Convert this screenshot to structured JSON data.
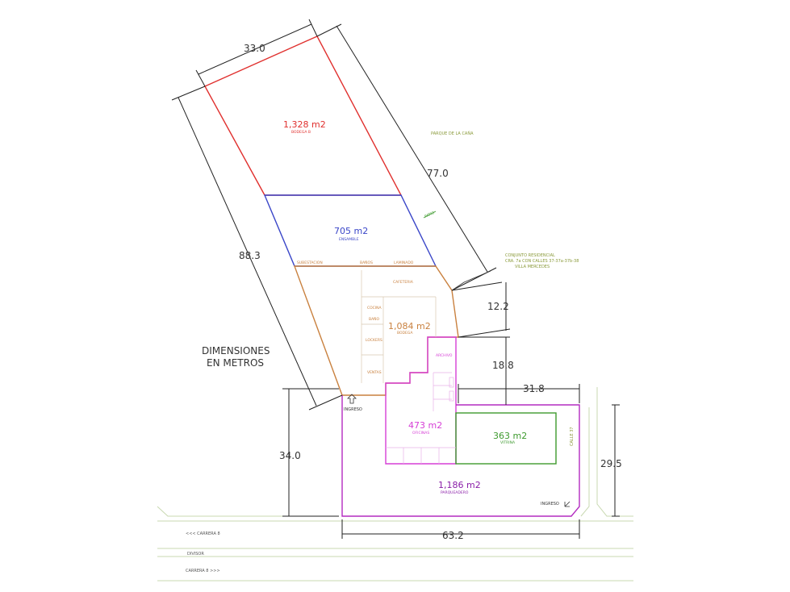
{
  "title": "DIMENSIONES EN METROS",
  "title_lines": [
    "DIMENSIONES",
    "EN METROS"
  ],
  "zones": [
    {
      "area": "1,328 m2",
      "name": "BODEGA B",
      "color": "#e0302e"
    },
    {
      "area": "705 m2",
      "name": "ENSAMBLE",
      "color": "#3a46c8"
    },
    {
      "area": "1,084 m2",
      "name": "BODEGA",
      "color": "#c9813f"
    },
    {
      "area": "473 m2",
      "name": "OFICINAS",
      "color": "#d63fd6"
    },
    {
      "area": "363 m2",
      "name": "VITRINA",
      "color": "#3e9a2e"
    },
    {
      "area": "1,186 m2",
      "name": "PARQUEADERO",
      "color": "#8a1ea8"
    }
  ],
  "dimensions": [
    "33.0",
    "77.0",
    "88.3",
    "12.2",
    "18.8",
    "31.8",
    "34.0",
    "63.2",
    "29.5"
  ],
  "rooms": [
    "SUBESTACION",
    "BAÑOS",
    "LAMINADO",
    "CAFETERIA",
    "COCINA",
    "BAÑO",
    "LOCKERS",
    "VENTAS",
    "ARCHIVO",
    "PATIO"
  ],
  "labels": {
    "parque": "PARQUE DE LA CAÑA",
    "conjunto": [
      "CONJUNTO RESIDENCIAL",
      "CRA. 7a CON CALLES 37-37a-37b-38",
      "VILLA MERCEDES"
    ],
    "calle": "CALLE 37",
    "ingreso_left": "INGRESO",
    "ingreso_right": "INGRESO",
    "road1": "<<< CARRERA 8",
    "road2": "DIVISOR",
    "road3": "CARRERA 8 >>>"
  },
  "colors": {
    "red": "#e0302e",
    "blue": "#3a46c8",
    "brown": "#c9813f",
    "magenta": "#d63fd6",
    "green": "#3e9a2e",
    "purple": "#a020a0",
    "olive": "#8a9a3a"
  }
}
